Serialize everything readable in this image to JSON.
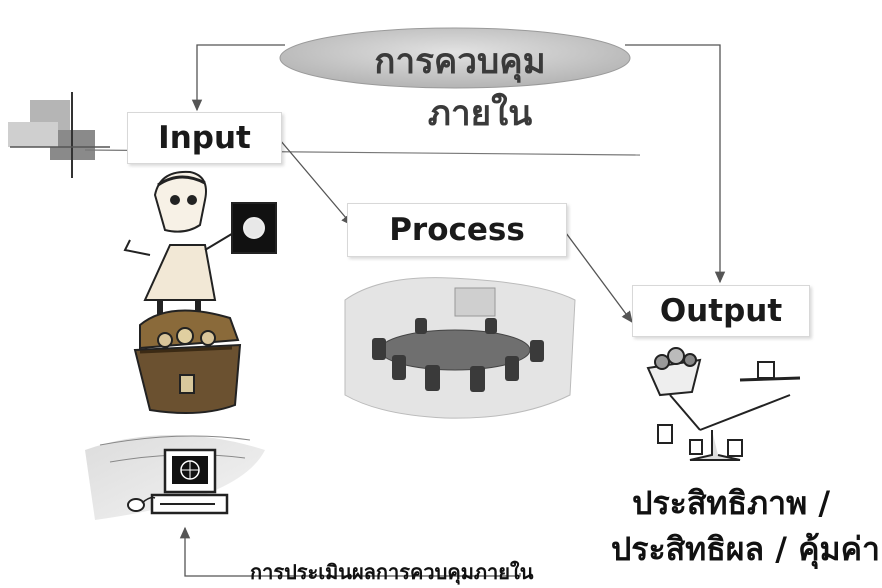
{
  "control": {
    "title_line1": "การควบคุม",
    "title_line2": "ภายใน"
  },
  "boxes": {
    "input": "Input",
    "process": "Process",
    "output": "Output"
  },
  "result": {
    "line1": "ประสิทธิภาพ /",
    "line2": "ประสิทธิผล / คุ้มค่า"
  },
  "feedback": {
    "label": "การประเมินผลการควบคุมภายใน"
  },
  "colors": {
    "ellipse": "#c9c9c9",
    "line": "#555555",
    "clipart_stroke": "#222222"
  },
  "icons": [
    "man-with-photo-icon",
    "treasure-chest-icon",
    "computer-icon",
    "meeting-room-icon",
    "scale-icon"
  ]
}
